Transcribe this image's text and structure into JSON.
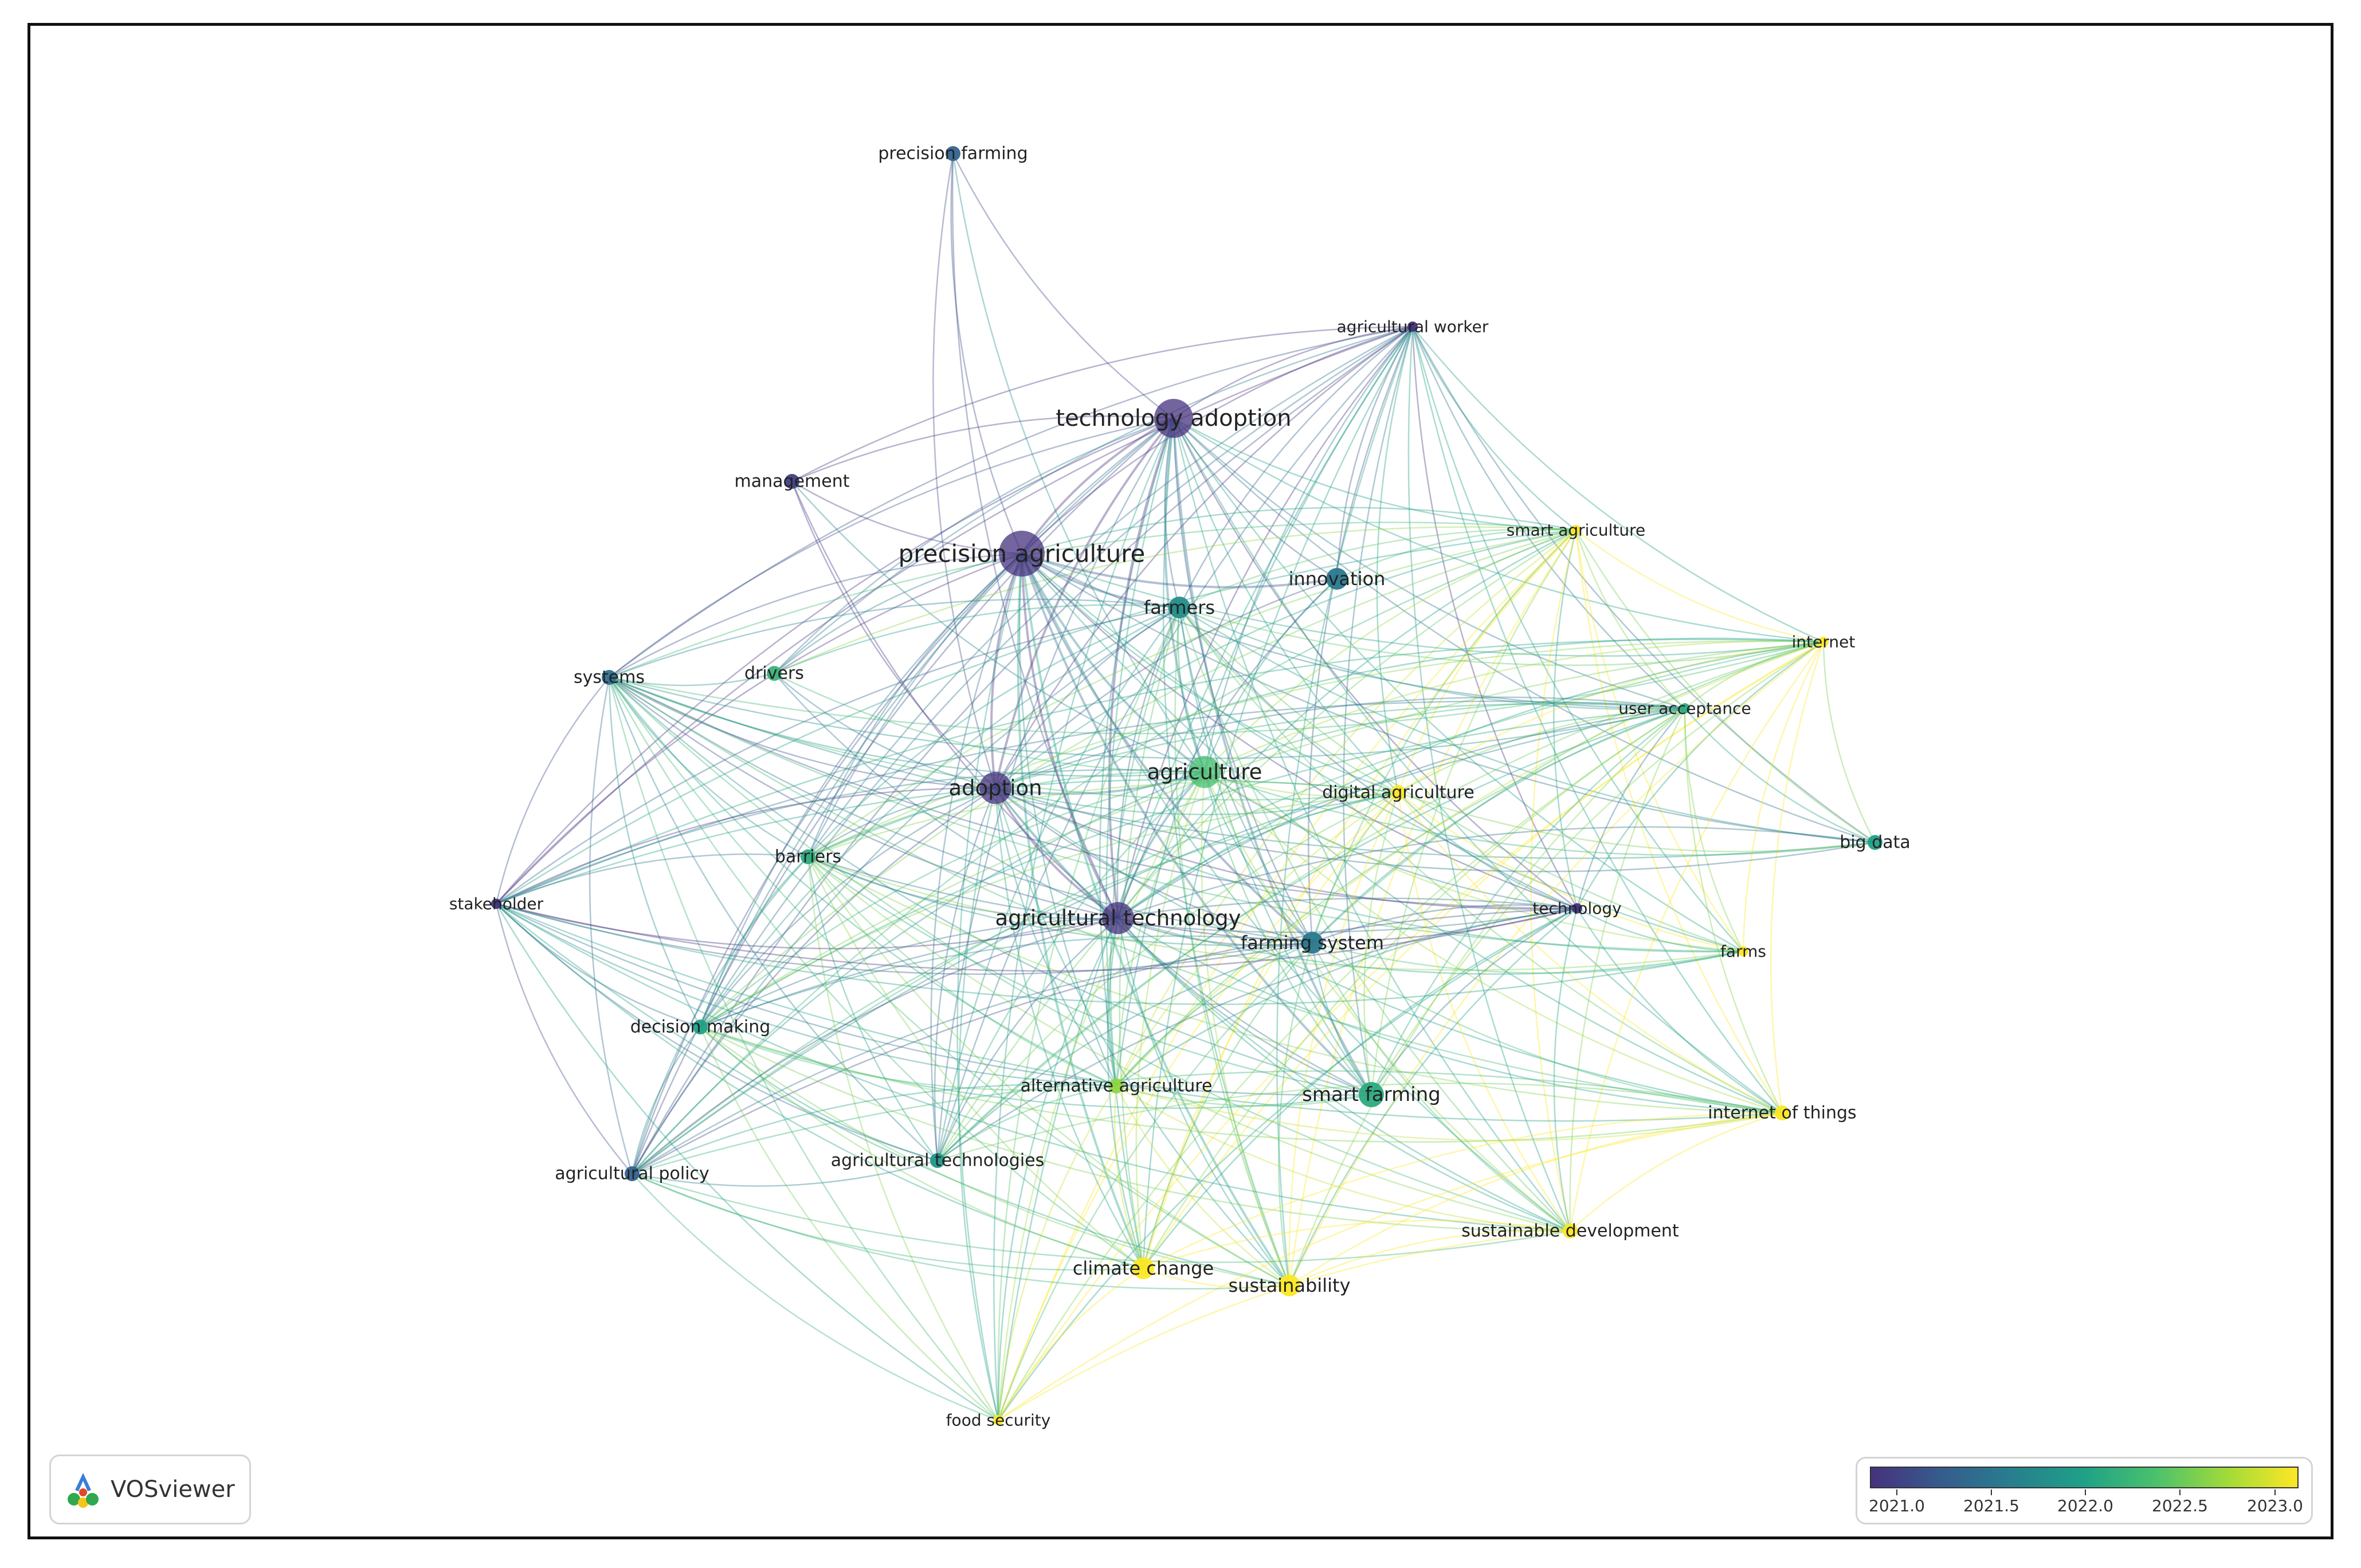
{
  "app": {
    "name": "VOSviewer"
  },
  "legend": {
    "ticks": [
      "2021.0",
      "2021.5",
      "2022.0",
      "2022.5",
      "2023.0"
    ],
    "colors": [
      "#46327e",
      "#365c8d",
      "#277f8e",
      "#1fa187",
      "#4ac16d",
      "#a0da39",
      "#fde725"
    ]
  },
  "nodes": [
    {
      "id": "precision-farming",
      "label": "precision farming",
      "year": 2021.4,
      "weight": 2
    },
    {
      "id": "agricultural-worker",
      "label": "agricultural worker",
      "year": 2021.0,
      "weight": 1
    },
    {
      "id": "technology-adoption",
      "label": "technology adoption",
      "year": 2021.0,
      "weight": 6
    },
    {
      "id": "management",
      "label": "management",
      "year": 2021.1,
      "weight": 2
    },
    {
      "id": "smart-agriculture",
      "label": "smart agriculture",
      "year": 2023.0,
      "weight": 1
    },
    {
      "id": "precision-agriculture",
      "label": "precision agriculture",
      "year": 2021.0,
      "weight": 7
    },
    {
      "id": "innovation",
      "label": "innovation",
      "year": 2021.6,
      "weight": 3
    },
    {
      "id": "farmers",
      "label": "farmers",
      "year": 2021.8,
      "weight": 3
    },
    {
      "id": "systems",
      "label": "systems",
      "year": 2021.5,
      "weight": 2
    },
    {
      "id": "drivers",
      "label": "drivers",
      "year": 2022.2,
      "weight": 2
    },
    {
      "id": "internet",
      "label": "internet",
      "year": 2023.0,
      "weight": 1
    },
    {
      "id": "user-acceptance",
      "label": "user acceptance",
      "year": 2022.1,
      "weight": 1
    },
    {
      "id": "adoption",
      "label": "adoption",
      "year": 2021.0,
      "weight": 5
    },
    {
      "id": "agriculture",
      "label": "agriculture",
      "year": 2022.3,
      "weight": 5
    },
    {
      "id": "digital-agriculture",
      "label": "digital agriculture",
      "year": 2023.0,
      "weight": 2
    },
    {
      "id": "big-data",
      "label": "big data",
      "year": 2022.0,
      "weight": 2
    },
    {
      "id": "barriers",
      "label": "barriers",
      "year": 2022.1,
      "weight": 2
    },
    {
      "id": "stakeholder",
      "label": "stakeholder",
      "year": 2021.0,
      "weight": 1
    },
    {
      "id": "agricultural-technology",
      "label": "agricultural technology",
      "year": 2021.0,
      "weight": 5
    },
    {
      "id": "technology",
      "label": "technology",
      "year": 2021.0,
      "weight": 1
    },
    {
      "id": "farming-system",
      "label": "farming system",
      "year": 2021.6,
      "weight": 3
    },
    {
      "id": "farms",
      "label": "farms",
      "year": 2023.0,
      "weight": 1
    },
    {
      "id": "decision-making",
      "label": "decision making",
      "year": 2022.0,
      "weight": 2
    },
    {
      "id": "alternative-agriculture",
      "label": "alternative agriculture",
      "year": 2022.6,
      "weight": 2
    },
    {
      "id": "smart-farming",
      "label": "smart farming",
      "year": 2022.1,
      "weight": 4
    },
    {
      "id": "internet-of-things",
      "label": "internet of things",
      "year": 2023.0,
      "weight": 2
    },
    {
      "id": "agricultural-policy",
      "label": "agricultural policy",
      "year": 2021.4,
      "weight": 2
    },
    {
      "id": "agricultural-technologies",
      "label": "agricultural technologies",
      "year": 2021.9,
      "weight": 2
    },
    {
      "id": "sustainable-development",
      "label": "sustainable development",
      "year": 2023.0,
      "weight": 2
    },
    {
      "id": "climate-change",
      "label": "climate change",
      "year": 2023.0,
      "weight": 3
    },
    {
      "id": "sustainability",
      "label": "sustainability",
      "year": 2023.0,
      "weight": 3
    },
    {
      "id": "food-security",
      "label": "food security",
      "year": 2023.0,
      "weight": 1
    }
  ]
}
